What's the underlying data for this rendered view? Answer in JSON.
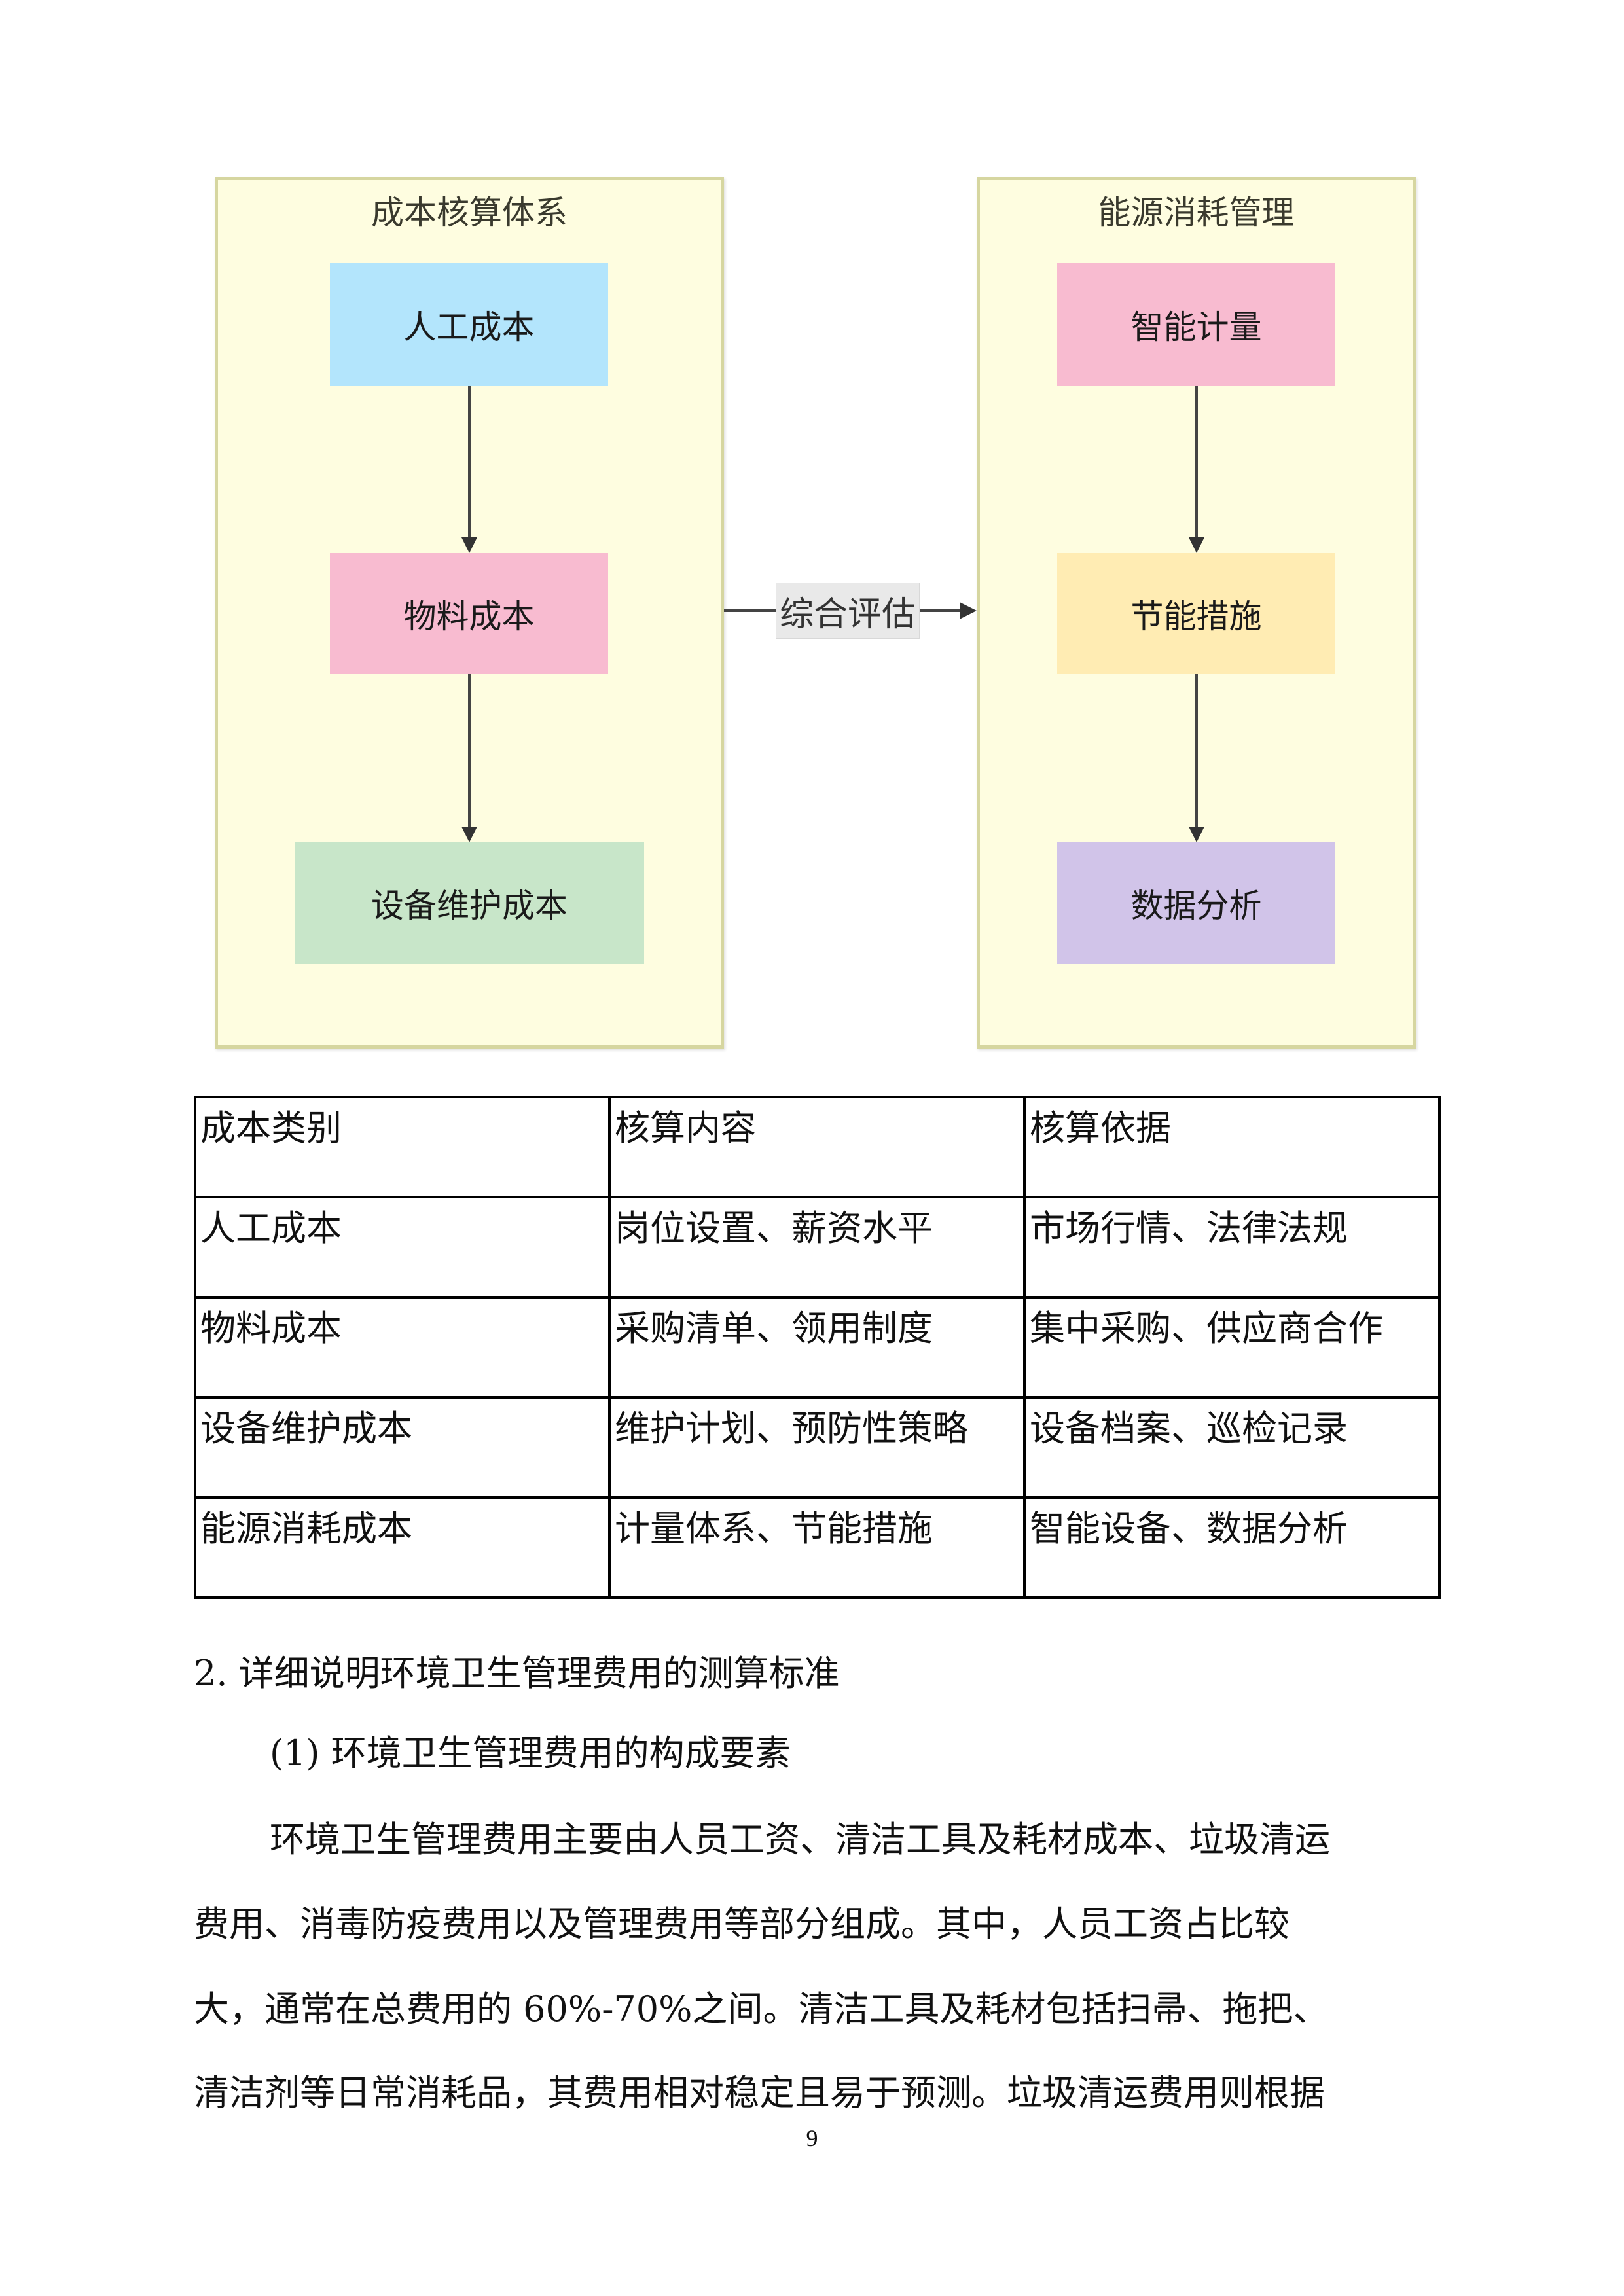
{
  "diagram": {
    "left_group": {
      "title": "成本核算体系",
      "nodes": [
        {
          "label": "人工成本",
          "color": "#b3e5fc"
        },
        {
          "label": "物料成本",
          "color": "#f8bbd0"
        },
        {
          "label": "设备维护成本",
          "color": "#c8e6c9"
        }
      ]
    },
    "right_group": {
      "title": "能源消耗管理",
      "nodes": [
        {
          "label": "智能计量",
          "color": "#f8bbd0"
        },
        {
          "label": "节能措施",
          "color": "#ffecb3"
        },
        {
          "label": "数据分析",
          "color": "#d1c4e9"
        }
      ]
    },
    "edge_label": "综合评估",
    "container_color": "#fefde0"
  },
  "table": {
    "headers": [
      "成本类别",
      "核算内容",
      "核算依据"
    ],
    "rows": [
      [
        "人工成本",
        "岗位设置、薪资水平",
        "市场行情、法律法规"
      ],
      [
        "物料成本",
        "采购清单、领用制度",
        "集中采购、供应商合作"
      ],
      [
        "设备维护成本",
        "维护计划、预防性策略",
        "设备档案、巡检记录"
      ],
      [
        "能源消耗成本",
        "计量体系、节能措施",
        "智能设备、数据分析"
      ]
    ]
  },
  "section": {
    "heading": "2.  详细说明环境卫生管理费用的测算标准",
    "subheading": "(1) 环境卫生管理费用的构成要素",
    "paragraph_lines": [
      "环境卫生管理费用主要由人员工资、清洁工具及耗材成本、垃圾清运",
      "费用、消毒防疫费用以及管理费用等部分组成。其中，人员工资占比较",
      "大，通常在总费用的 60%-70%之间。清洁工具及耗材包括扫帚、拖把、",
      "清洁剂等日常消耗品，其费用相对稳定且易于预测。垃圾清运费用则根据"
    ]
  },
  "footer": {
    "page_number": "9"
  }
}
